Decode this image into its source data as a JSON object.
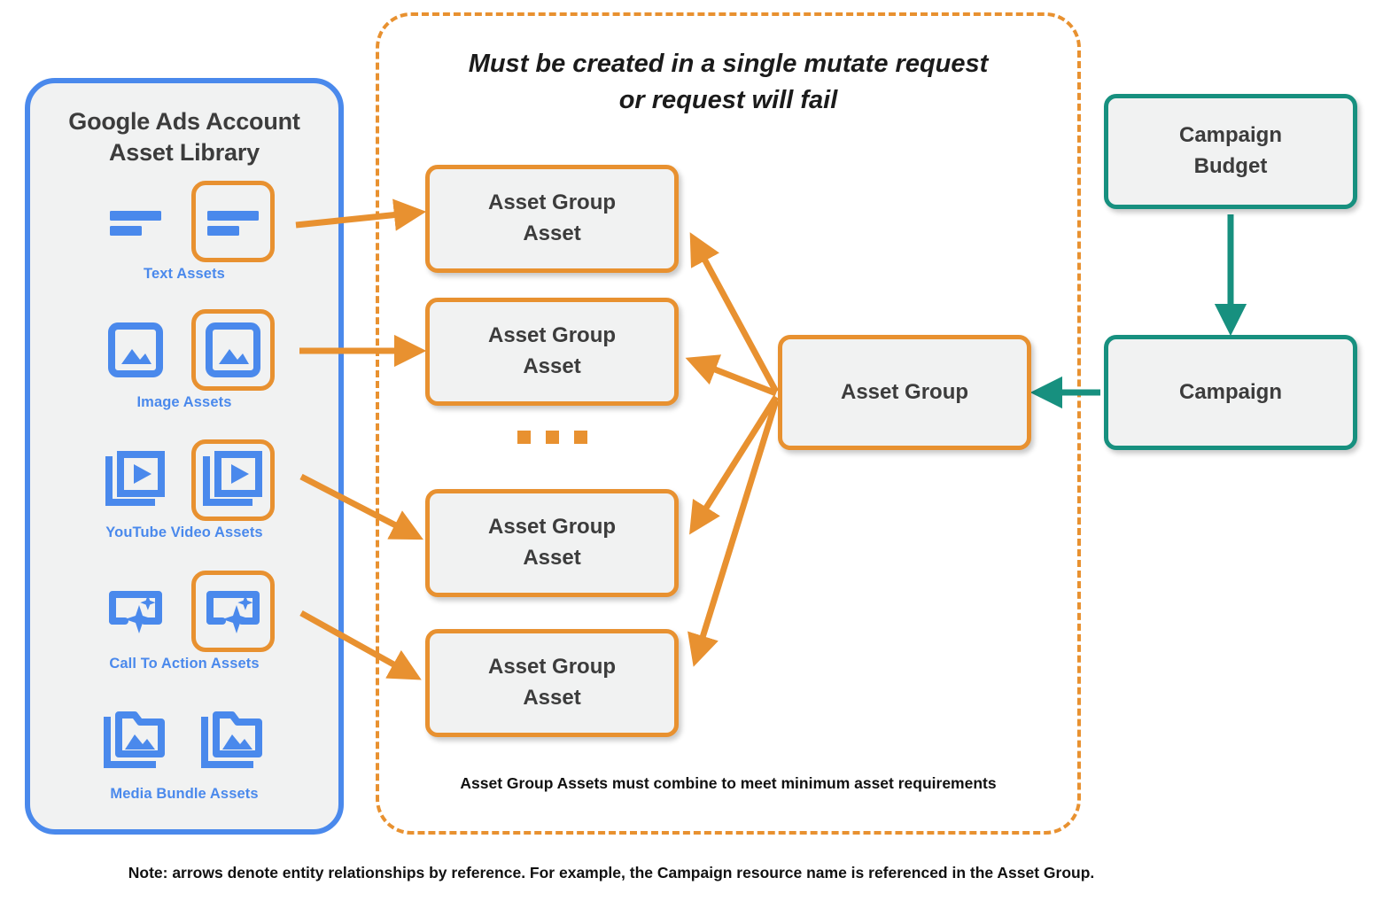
{
  "library": {
    "title": "Google Ads Account\nAsset Library",
    "title_line1": "Google Ads Account",
    "title_line2": "Asset Library",
    "border_color": "#4a89ec",
    "assets": [
      {
        "caption": "Text Assets",
        "icon": "text-asset-icon",
        "highlighted_index": 1
      },
      {
        "caption": "Image Assets",
        "icon": "image-asset-icon",
        "highlighted_index": 1
      },
      {
        "caption": "YouTube Video  Assets",
        "icon": "youtube-video-asset-icon",
        "highlighted_index": 1
      },
      {
        "caption": "Call To Action Assets",
        "icon": "call-to-action-asset-icon",
        "highlighted_index": 1
      },
      {
        "caption": "Media Bundle  Assets",
        "icon": "media-bundle-asset-icon",
        "highlighted_index": -1
      }
    ]
  },
  "mutate_region": {
    "heading_line1": "Must be created in a single mutate request",
    "heading_line2": "or request will fail",
    "footnote": "Asset Group Assets must combine to meet minimum asset requirements",
    "border_color": "#e89130",
    "border_style": "dashed"
  },
  "nodes": {
    "asset_group_asset_1": {
      "label": "Asset Group\nAsset",
      "line1": "Asset Group",
      "line2": "Asset"
    },
    "asset_group_asset_2": {
      "label": "Asset Group\nAsset",
      "line1": "Asset Group",
      "line2": "Asset"
    },
    "asset_group_asset_3": {
      "label": "Asset Group\nAsset",
      "line1": "Asset Group",
      "line2": "Asset"
    },
    "asset_group_asset_4": {
      "label": "Asset Group\nAsset",
      "line1": "Asset Group",
      "line2": "Asset"
    },
    "asset_group": {
      "label": "Asset Group"
    },
    "campaign_budget": {
      "line1": "Campaign",
      "line2": "Budget"
    },
    "campaign": {
      "label": "Campaign"
    }
  },
  "ellipsis": "...",
  "note": "Note: arrows denote entity relationships by reference. For example, the Campaign resource name is referenced in the Asset Group.",
  "colors": {
    "orange": "#e89130",
    "teal": "#17907f",
    "blue": "#4a89ec",
    "node_fill": "#f1f2f2",
    "text_dark": "#3c3c3c"
  }
}
